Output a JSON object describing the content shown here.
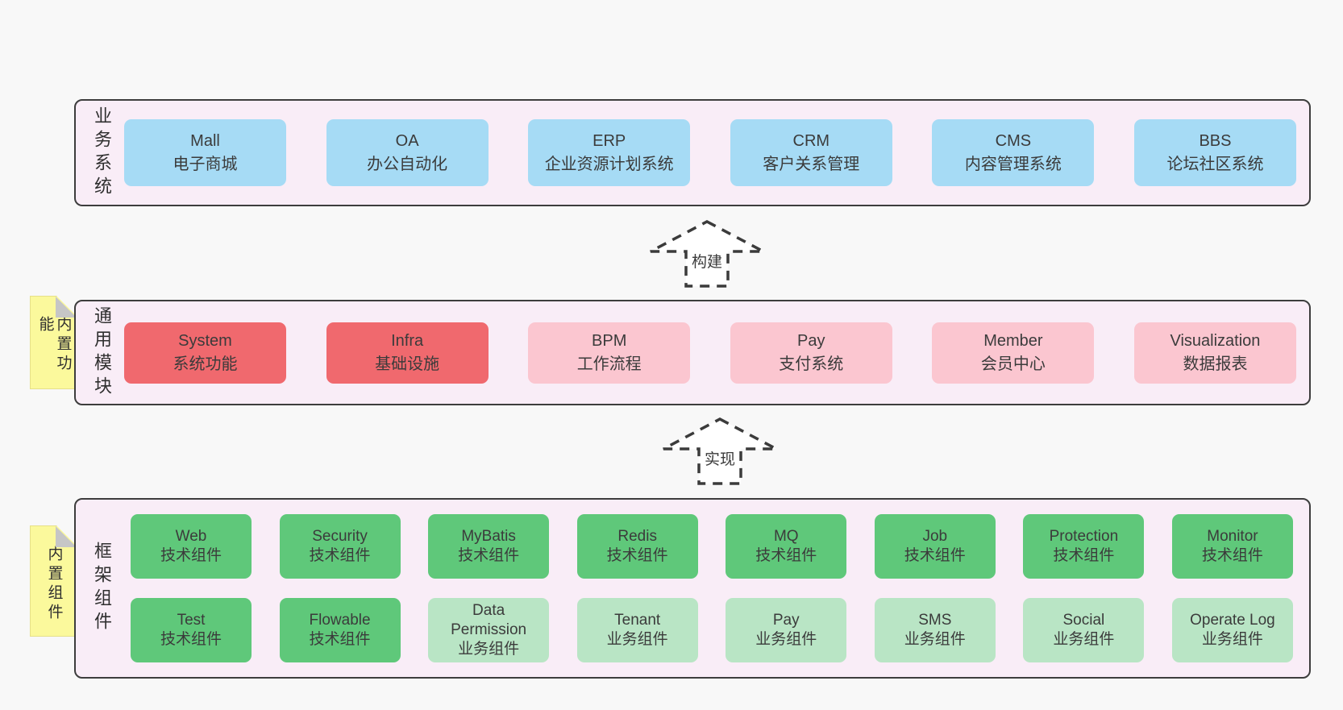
{
  "layers": [
    {
      "label": "业务系统",
      "boxes": [
        {
          "title": "Mall",
          "subtitle": "电子商城"
        },
        {
          "title": "OA",
          "subtitle": "办公自动化"
        },
        {
          "title": "ERP",
          "subtitle": "企业资源计划系统"
        },
        {
          "title": "CRM",
          "subtitle": "客户关系管理"
        },
        {
          "title": "CMS",
          "subtitle": "内容管理系统"
        },
        {
          "title": "BBS",
          "subtitle": "论坛社区系统"
        }
      ]
    },
    {
      "label": "通用模块",
      "note": "内置功能",
      "boxes": [
        {
          "title": "System",
          "subtitle": "系统功能"
        },
        {
          "title": "Infra",
          "subtitle": "基础设施"
        },
        {
          "title": "BPM",
          "subtitle": "工作流程"
        },
        {
          "title": "Pay",
          "subtitle": "支付系统"
        },
        {
          "title": "Member",
          "subtitle": "会员中心"
        },
        {
          "title": "Visualization",
          "subtitle": "数据报表"
        }
      ]
    },
    {
      "label": "框架组件",
      "note": "内置组件",
      "rows": [
        [
          {
            "title": "Web",
            "subtitle": "技术组件"
          },
          {
            "title": "Security",
            "subtitle": "技术组件"
          },
          {
            "title": "MyBatis",
            "subtitle": "技术组件"
          },
          {
            "title": "Redis",
            "subtitle": "技术组件"
          },
          {
            "title": "MQ",
            "subtitle": "技术组件"
          },
          {
            "title": "Job",
            "subtitle": "技术组件"
          },
          {
            "title": "Protection",
            "subtitle": "技术组件"
          },
          {
            "title": "Monitor",
            "subtitle": "技术组件"
          }
        ],
        [
          {
            "title": "Test",
            "subtitle": "技术组件"
          },
          {
            "title": "Flowable",
            "subtitle": "技术组件"
          },
          {
            "title": "Data Permission",
            "subtitle": "业务组件"
          },
          {
            "title": "Tenant",
            "subtitle": "业务组件"
          },
          {
            "title": "Pay",
            "subtitle": "业务组件"
          },
          {
            "title": "SMS",
            "subtitle": "业务组件"
          },
          {
            "title": "Social",
            "subtitle": "业务组件"
          },
          {
            "title": "Operate Log",
            "subtitle": "业务组件"
          }
        ]
      ]
    }
  ],
  "arrows": [
    {
      "label": "构建"
    },
    {
      "label": "实现"
    }
  ],
  "colors": {
    "canvas": "#f8f8f8",
    "layer_background": "#f9edf7",
    "layer_border": "#3d3d3d",
    "blue_box": "#a6dbf5",
    "red_box": "#f0696e",
    "pink_box": "#fbc6d0",
    "green_box": "#5fc87a",
    "light_green_box": "#b9e5c5",
    "sticky_note": "#fbf99c",
    "fold_gray": "#c6c6c6",
    "text": "#3b3b3b"
  }
}
